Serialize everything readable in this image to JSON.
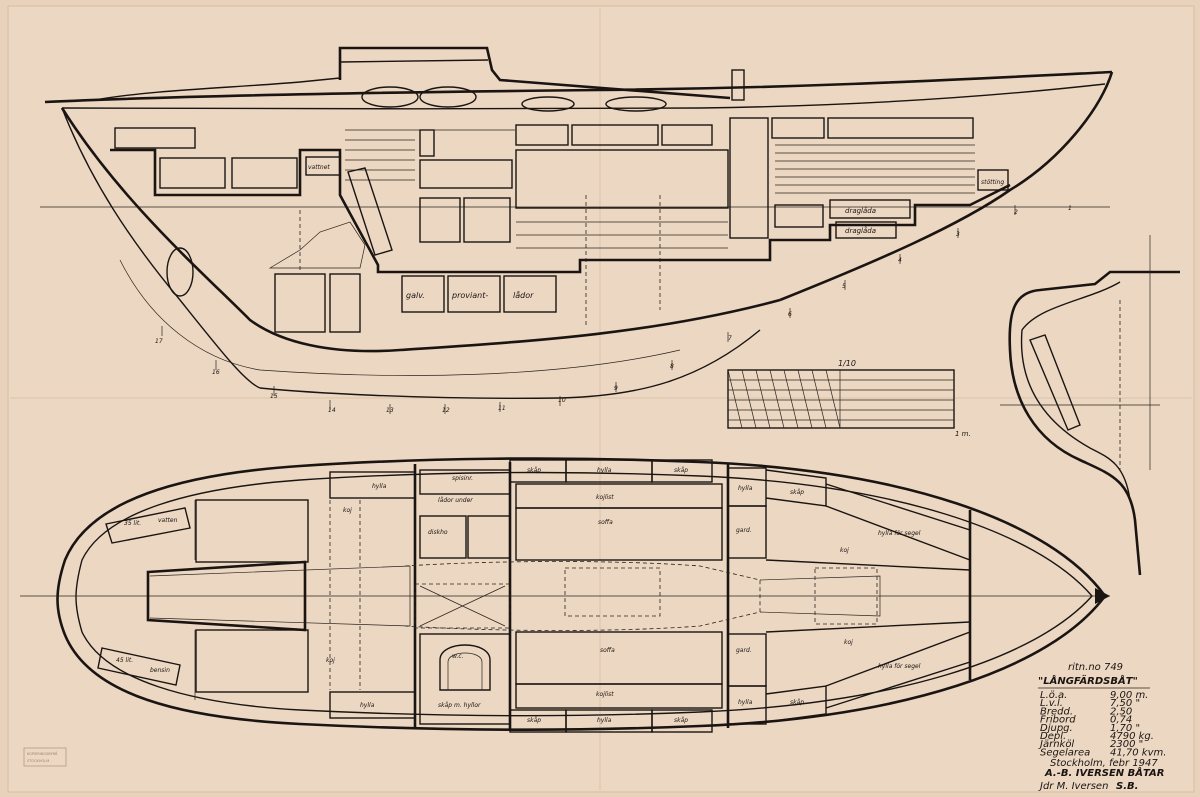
{
  "drawing": {
    "number": "ritn.no 749",
    "title": "\"LÅNGFÄRDSBÅT\"",
    "place_date": "Stockholm, febr 1947",
    "company": "A.-B. IVERSEN BÅTAR",
    "signature": "Jdr M. Iversen",
    "initials": "S.B."
  },
  "specs": [
    {
      "label": "L.ö.a.",
      "value": "9,00 m."
    },
    {
      "label": "L.v.l.",
      "value": "7,50 \""
    },
    {
      "label": "Bredd.",
      "value": "2,50"
    },
    {
      "label": "Fribord",
      "value": "0,74"
    },
    {
      "label": "Djupg.",
      "value": "1,70 \""
    },
    {
      "label": "Depl.",
      "value": "4790 kg."
    },
    {
      "label": "Järnköl",
      "value": "2300 \""
    },
    {
      "label": "Segelarea",
      "value": "41,70 kvm."
    }
  ],
  "profile_labels": {
    "sittbrunn": "vattnet",
    "galv": "galv.",
    "proviant": "proviant-",
    "ladar": "lådor",
    "draglada1": "draglåda",
    "draglada2": "draglåda",
    "skotting": "stötting"
  },
  "plan_labels": {
    "tank_water": "35 lit.",
    "water": "vatten",
    "tank_fuel": "45 lit.",
    "fuel": "bensin",
    "hylla_top": "hylla",
    "koj_aft": "koj",
    "spis": "spisinr.",
    "lada_under": "lådor under",
    "diskho": "diskho",
    "skap1": "skåp",
    "hylla1": "hylla",
    "skap2": "skåp",
    "hylla2": "hylla",
    "skap3": "skåp",
    "kojlist_top": "kojlist",
    "soffa_top": "soffa",
    "garderob_top": "gard.",
    "koj_fwd": "koj",
    "hylla_segel_top": "hylla för segel",
    "koj_aft_b": "koj",
    "wc": "w.c.",
    "soffa_bot": "soffa",
    "kojlist_bot": "kojlist",
    "garderob_bot": "gard.",
    "koj_fwd_b": "koj",
    "hylla_segel_bot": "hylla för segel",
    "hylla_bot": "hylla",
    "skap_hyllor": "skåp m. hyllor",
    "skap4": "skåp",
    "hylla3": "hylla",
    "skap5": "skåp",
    "hylla4": "hylla",
    "skap6": "skåp"
  },
  "scale": {
    "label": "1/10",
    "unit": "1 m."
  },
  "stations": [
    "17",
    "16",
    "15",
    "14",
    "13",
    "12",
    "11",
    "10",
    "9",
    "8",
    "7",
    "6",
    "5",
    "4",
    "3",
    "2",
    "1"
  ],
  "stamp": [
    "KOPIERINGSBYRÅ",
    "STOCKHOLM"
  ]
}
